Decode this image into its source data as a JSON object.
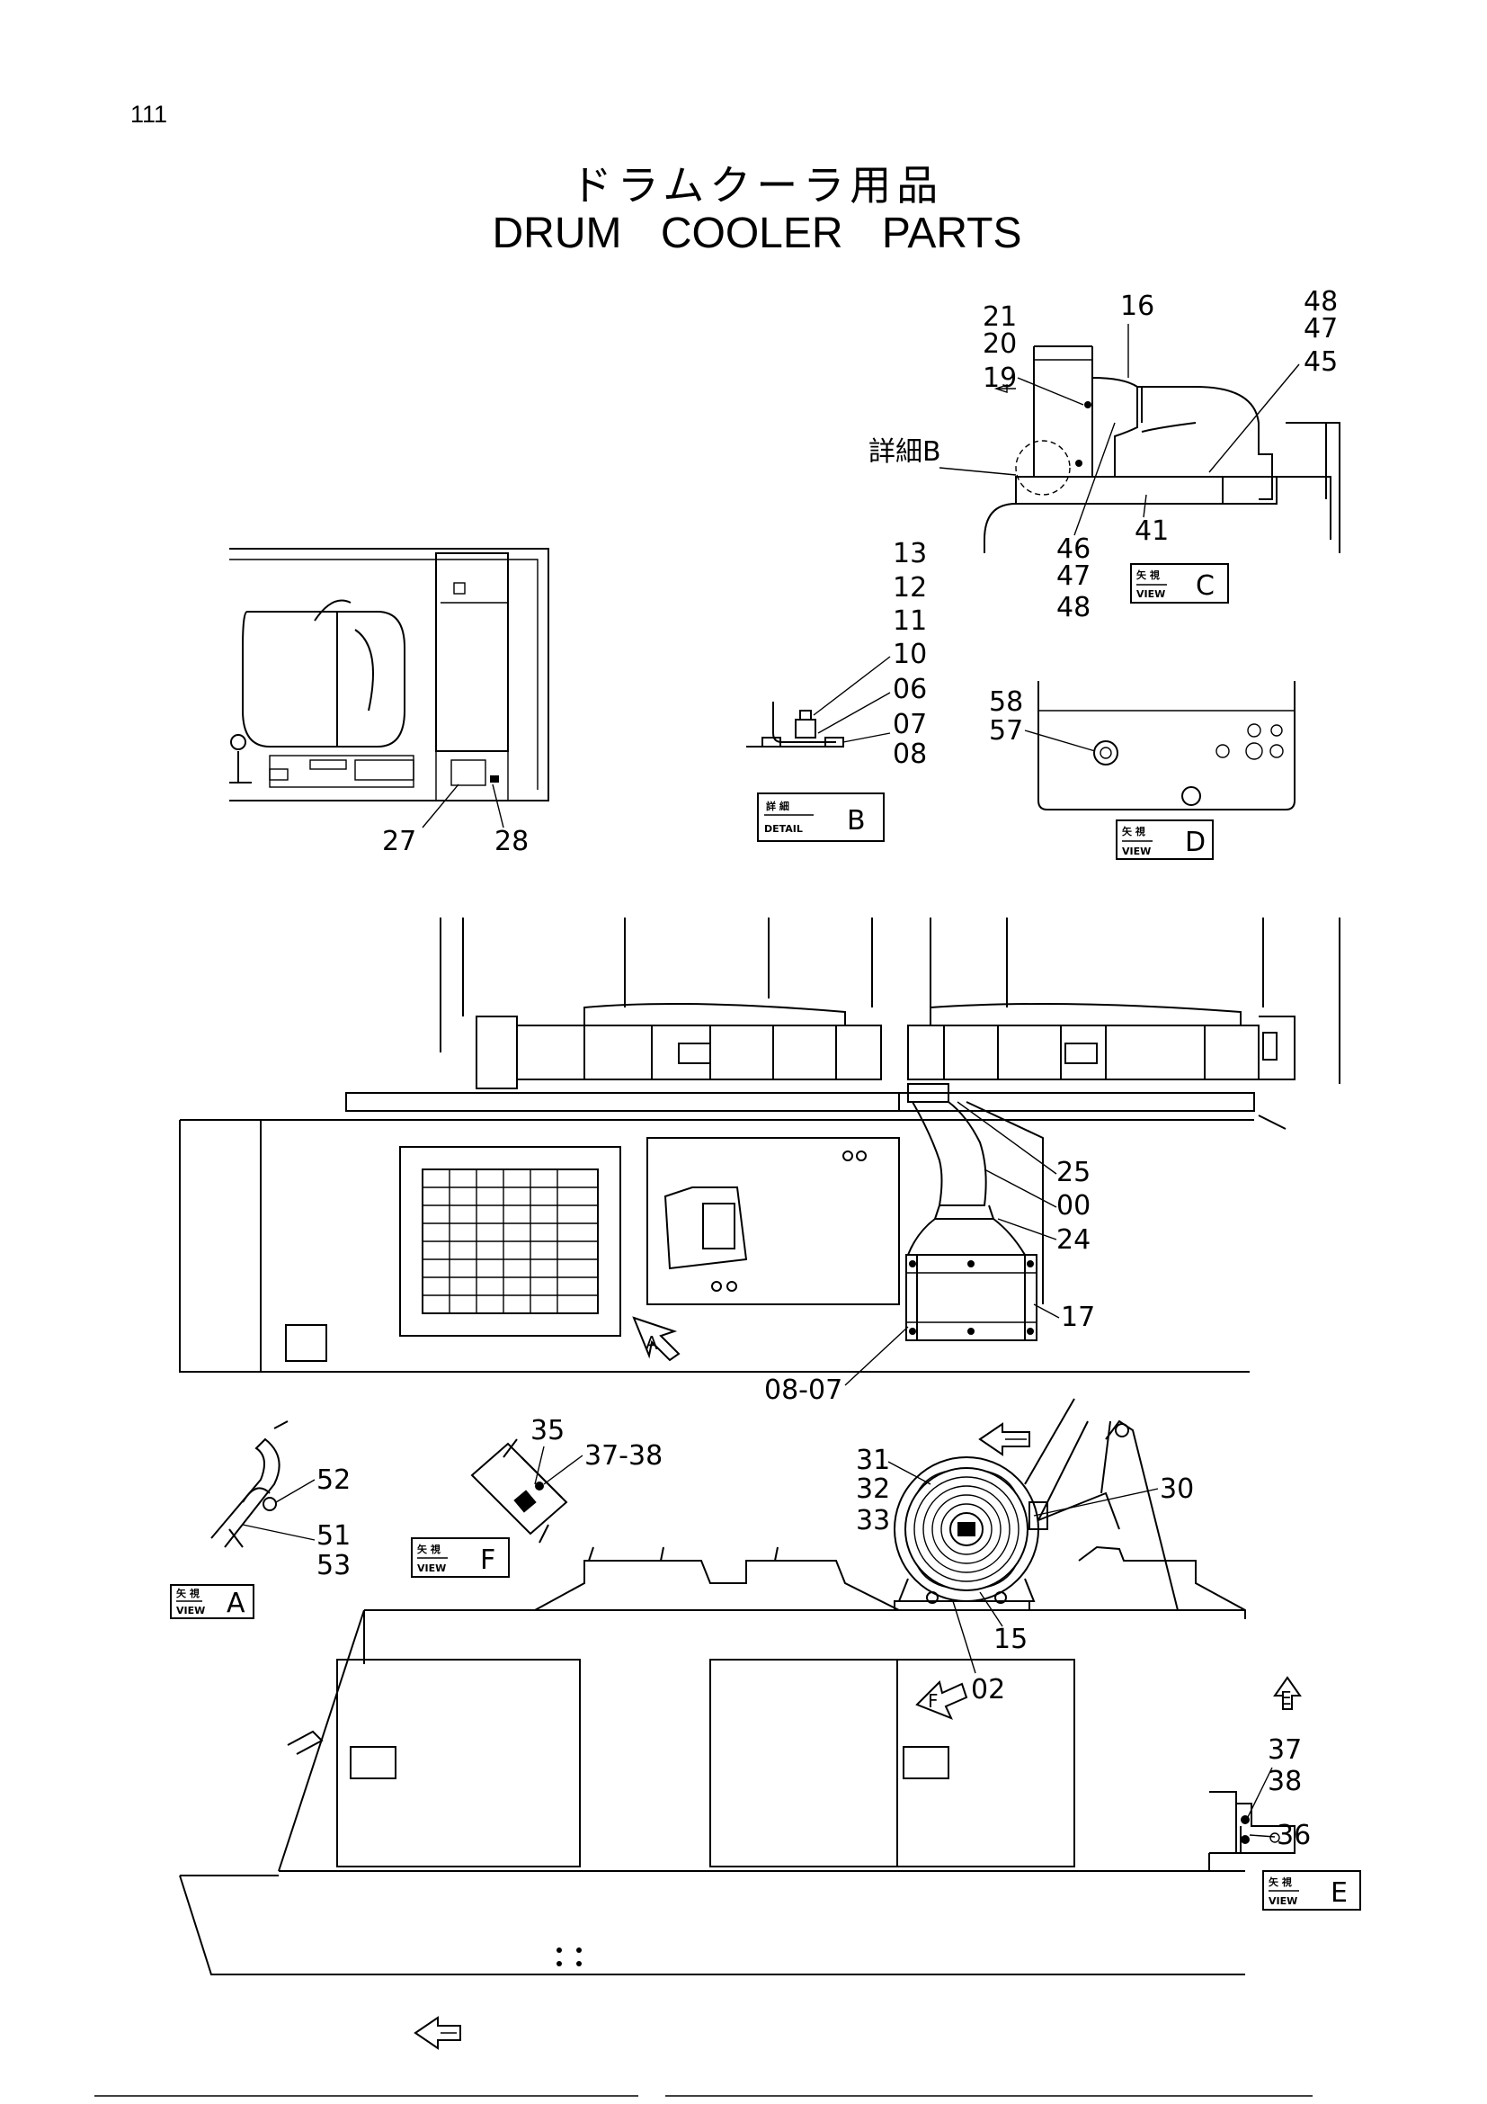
{
  "page_number": "111",
  "title": {
    "jp": "ドラムクーラ用品",
    "en": "DRUM   COOLER   PARTS"
  },
  "detail_ref": "詳細B",
  "view_tags": {
    "small_view": "矢 視",
    "small_detail": "詳 細",
    "view": "VIEW",
    "detail": "DETAIL",
    "A": "A",
    "B": "B",
    "C": "C",
    "D": "D",
    "E": "E",
    "F": "F"
  },
  "callouts": {
    "view_c": [
      "21",
      "20",
      "19",
      "16",
      "48",
      "47",
      "45",
      "46",
      "47",
      "48",
      "41"
    ],
    "operator_panel": [
      "27",
      "28"
    ],
    "detail_b": [
      "13",
      "12",
      "11",
      "10",
      "06",
      "07",
      "08"
    ],
    "view_d": [
      "58",
      "57"
    ],
    "main_upper": [
      "25",
      "00",
      "24",
      "17",
      "08-07"
    ],
    "view_a": [
      "52",
      "51",
      "53"
    ],
    "view_f": [
      "35",
      "37-38"
    ],
    "fan": [
      "31",
      "32",
      "33",
      "30",
      "15",
      "02"
    ],
    "view_e": [
      "37",
      "38",
      "36"
    ]
  },
  "arrow_letters": [
    "A",
    "F",
    "E"
  ]
}
